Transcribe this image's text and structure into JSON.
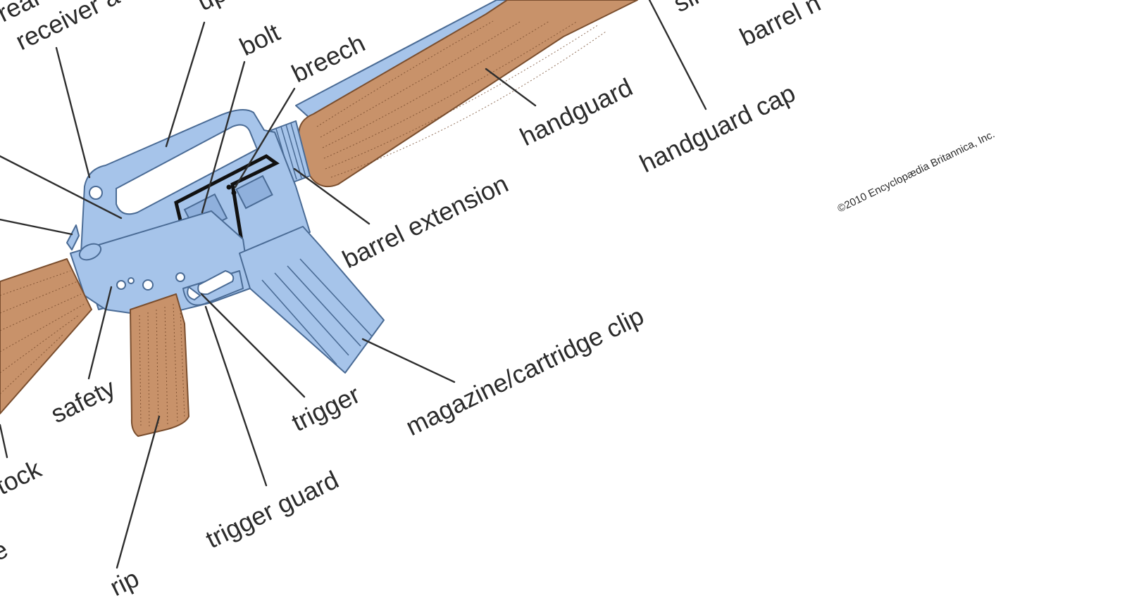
{
  "labels": {
    "rear_sight": "rear",
    "receiver": "receiver a",
    "upper_receiver": "up",
    "bolt": "bolt",
    "breech": "breech",
    "slip_ring": "sli",
    "barrel_nut": "barrel n",
    "handguard": "handguard",
    "handguard_cap": "handguard cap",
    "barrel_extension": "barrel extension",
    "magazine": "magazine/cartridge clip",
    "trigger": "trigger",
    "trigger_guard": "trigger guard",
    "safety": "safety",
    "stock": "tock",
    "butt": "e",
    "grip": "rip"
  },
  "copyright": "©2010 Encyclopædia Britannica, Inc.",
  "colors": {
    "metal": "#a6c4ea",
    "wood": "#c8926a",
    "text": "#2b2b2b",
    "background": "#ffffff"
  }
}
